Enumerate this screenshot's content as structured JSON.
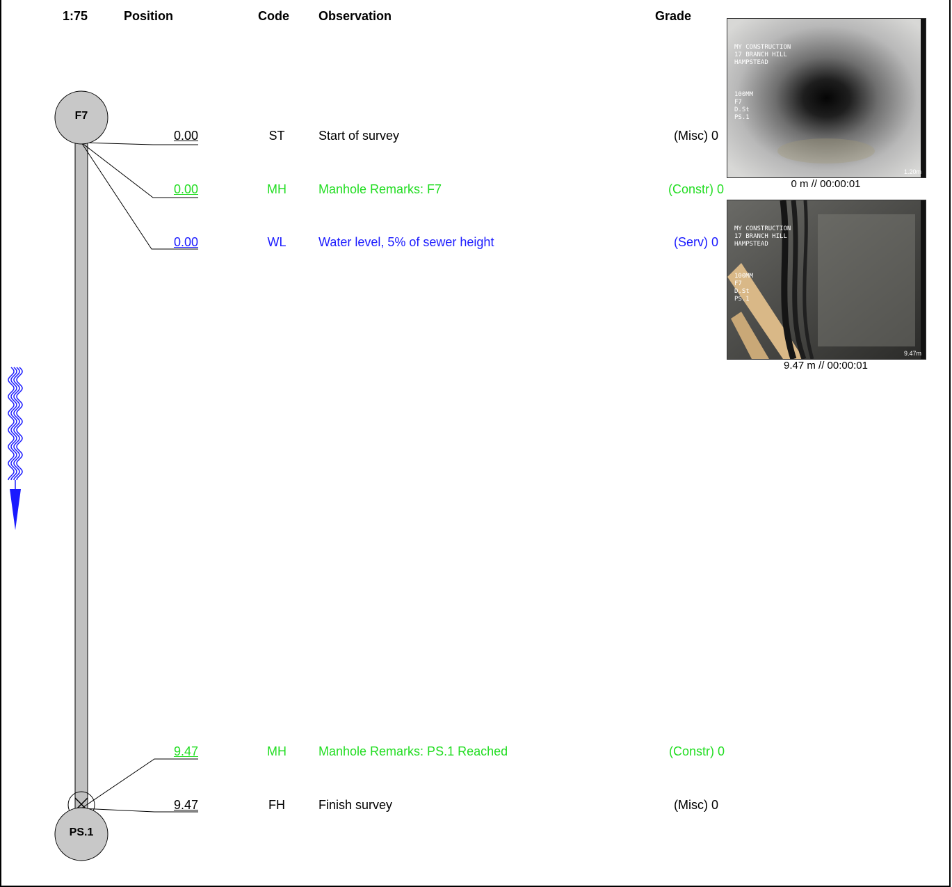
{
  "header": {
    "scale": "1:75",
    "position": "Position",
    "code": "Code",
    "observation": "Observation",
    "grade": "Grade"
  },
  "nodes": {
    "start": "F7",
    "end": "PS.1"
  },
  "observations": [
    {
      "position": "0.00",
      "code": "ST",
      "text": "Start of survey",
      "grade": "(Misc) 0",
      "color": "#000000"
    },
    {
      "position": "0.00",
      "code": "MH",
      "text": "Manhole Remarks: F7",
      "grade": "(Constr) 0",
      "color": "#22dd22"
    },
    {
      "position": "0.00",
      "code": "WL",
      "text": "Water level, 5% of sewer height",
      "grade": "(Serv) 0",
      "color": "#1a1aff"
    },
    {
      "position": "9.47",
      "code": "MH",
      "text": "Manhole Remarks: PS.1 Reached",
      "grade": "(Constr) 0",
      "color": "#22dd22"
    },
    {
      "position": "9.47",
      "code": "FH",
      "text": "Finish survey",
      "grade": "(Misc) 0",
      "color": "#000000"
    }
  ],
  "photos": [
    {
      "caption": "0 m // 00:00:01",
      "overlay_top": "MY CONSTRUCTION\n17 BRANCH HILL\nHAMPSTEAD",
      "overlay_mid": "100MM\nF7\nD.St\nPS.1",
      "overlay_dist": "1.20m"
    },
    {
      "caption": "9.47 m // 00:00:01",
      "overlay_top": "MY CONSTRUCTION\n17 BRANCH HILL\nHAMPSTEAD",
      "overlay_mid": "100MM\nF7\nD.St\nPS.1",
      "overlay_dist": "9.47m"
    }
  ],
  "colors": {
    "pipe": "#c0c0c0",
    "node": "#c8c8c8",
    "flow": "#1a1aff",
    "constr": "#22dd22",
    "serv": "#1a1aff"
  },
  "icons": {
    "flow": "flow-direction-arrow-icon",
    "end_node": "crossed-circle-icon"
  }
}
